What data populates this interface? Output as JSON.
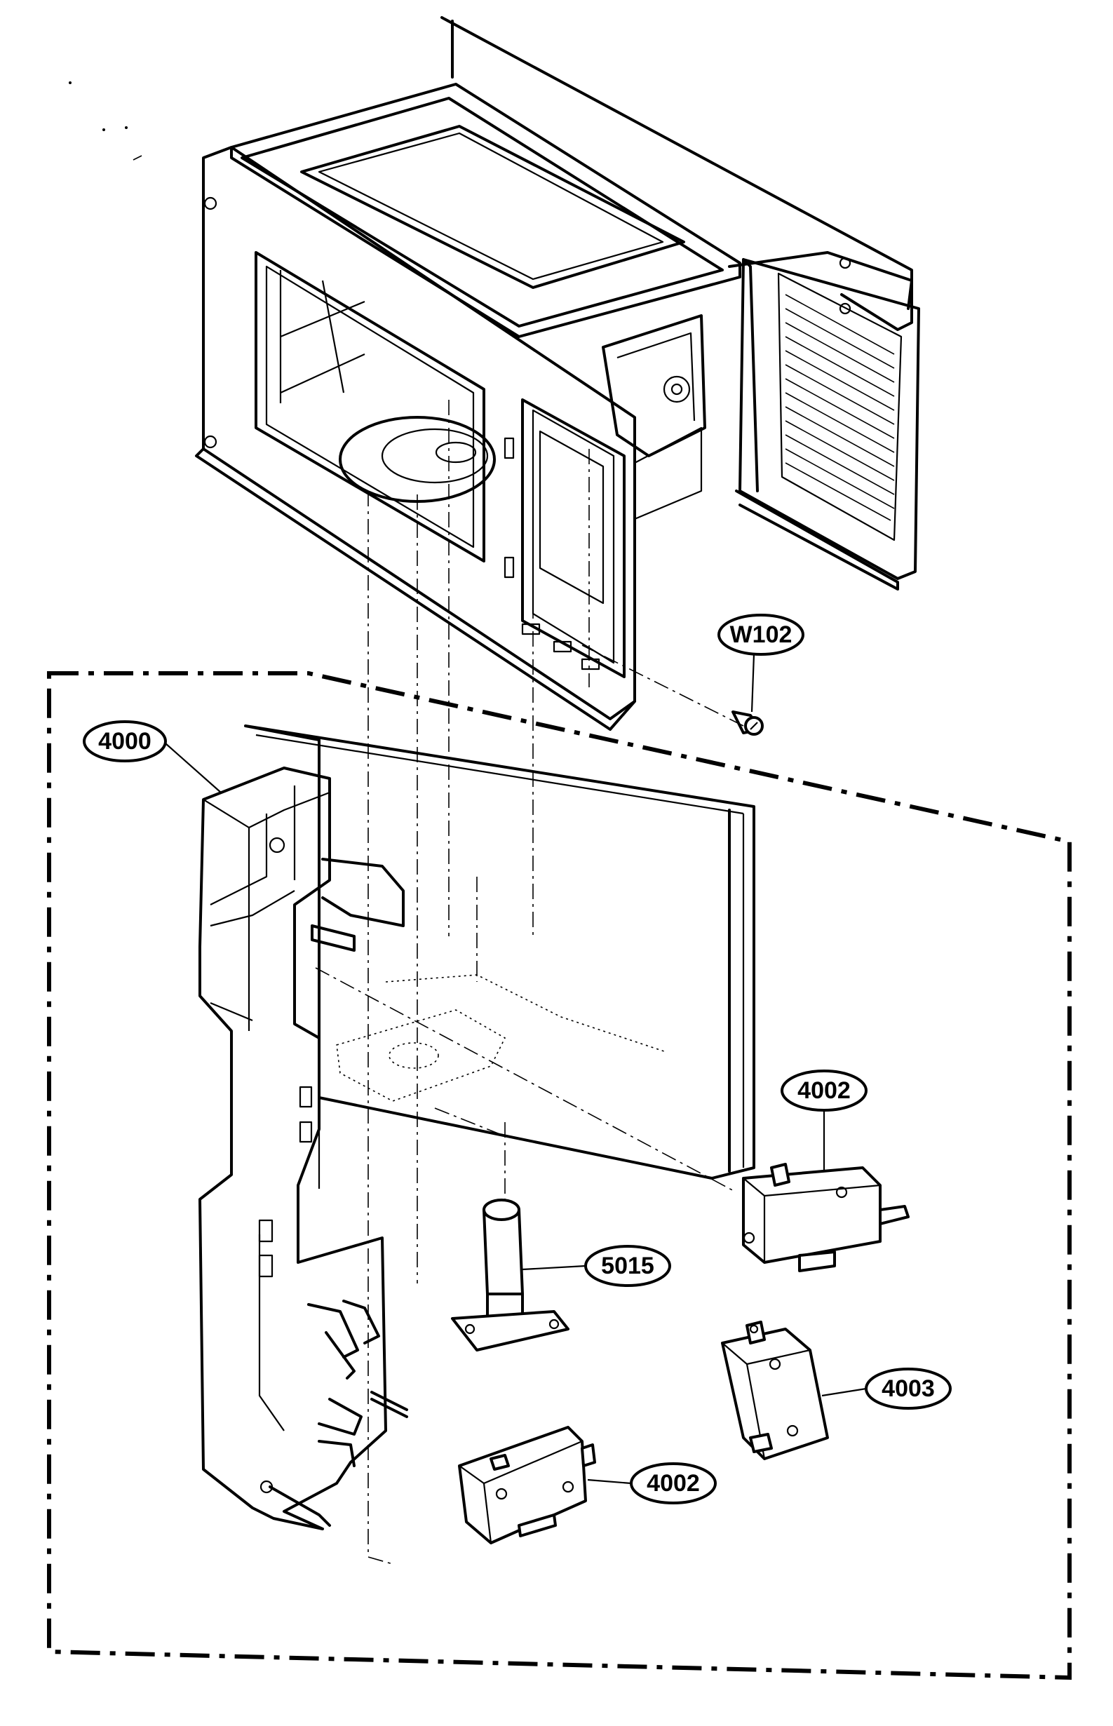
{
  "callouts": {
    "w102": "W102",
    "p4000": "4000",
    "p4002_upper": "4002",
    "p5015": "5015",
    "p4003": "4003",
    "p4002_lower": "4002"
  },
  "colors": {
    "ink": "#000000",
    "paper": "#ffffff"
  }
}
